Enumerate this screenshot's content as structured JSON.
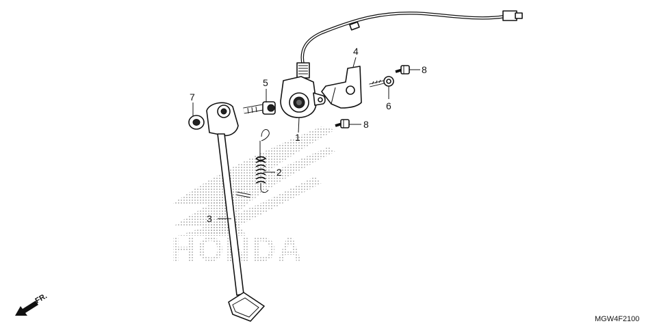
{
  "diagram": {
    "watermark_text": "HONDA",
    "diagram_code": "MGW4F2100",
    "front_label": "FR.",
    "callouts": [
      {
        "id": "p1",
        "label": "1"
      },
      {
        "id": "p2",
        "label": "2"
      },
      {
        "id": "p3",
        "label": "3"
      },
      {
        "id": "p4",
        "label": "4"
      },
      {
        "id": "p5",
        "label": "5"
      },
      {
        "id": "p6",
        "label": "6"
      },
      {
        "id": "p7",
        "label": "7"
      },
      {
        "id": "p8a",
        "label": "8"
      },
      {
        "id": "p8b",
        "label": "8"
      }
    ]
  }
}
